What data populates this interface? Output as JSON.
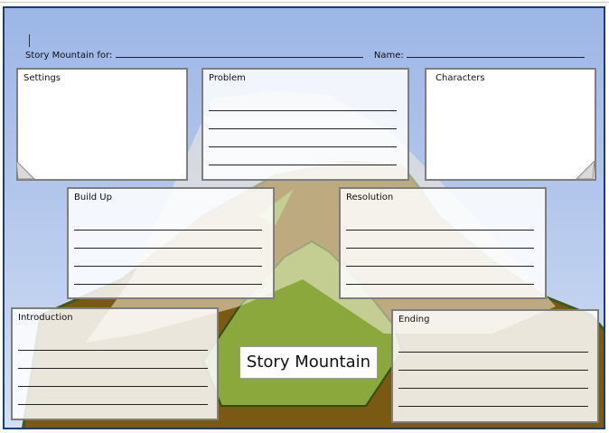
{
  "header": {
    "story_label": "Story Mountain for:",
    "name_label": "Name:"
  },
  "boxes": {
    "settings": {
      "label": "Settings"
    },
    "problem": {
      "label": "Problem"
    },
    "characters": {
      "label": "Characters"
    },
    "build_up": {
      "label": "Build Up"
    },
    "resolution": {
      "label": "Resolution"
    },
    "introduction": {
      "label": "Introduction"
    },
    "ending": {
      "label": "Ending"
    }
  },
  "title": "Story Mountain",
  "colors": {
    "sky_top": "#9cb6e6",
    "sky_bottom": "#d3dff4",
    "mountain_brown": "#7a5a12",
    "hill_green": "#8aa83c",
    "frame_border": "#1f3d6e"
  }
}
